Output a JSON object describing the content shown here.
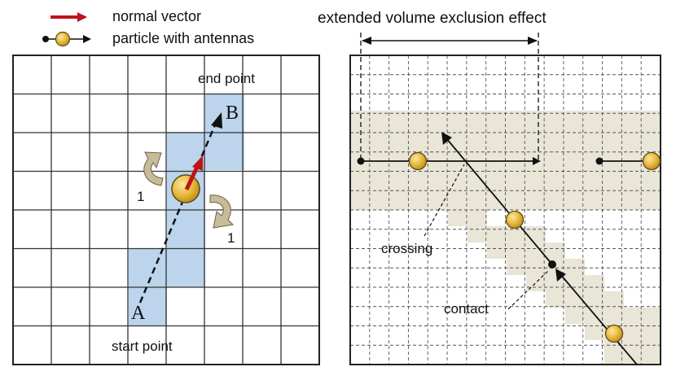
{
  "legend": {
    "normal_vector": "normal vector",
    "particle_antennas": "particle with antennas"
  },
  "left_panel": {
    "end_point": "end point",
    "start_point": "start point",
    "label_a": "A",
    "label_b": "B",
    "rotation_count_left": "1",
    "rotation_count_right": "1"
  },
  "right_panel": {
    "title": "extended volume exclusion effect",
    "crossing": "crossing",
    "contact": "contact"
  },
  "colors": {
    "cell_highlight": "#bcd4ec",
    "beige_band": "#e9e5d7",
    "particle_fill": "#e7b93e",
    "particle_stroke": "#5a4a10",
    "normal_vector": "#c0121b",
    "rotation_arrow": "#c8bb9a",
    "grid_line": "#333333"
  }
}
